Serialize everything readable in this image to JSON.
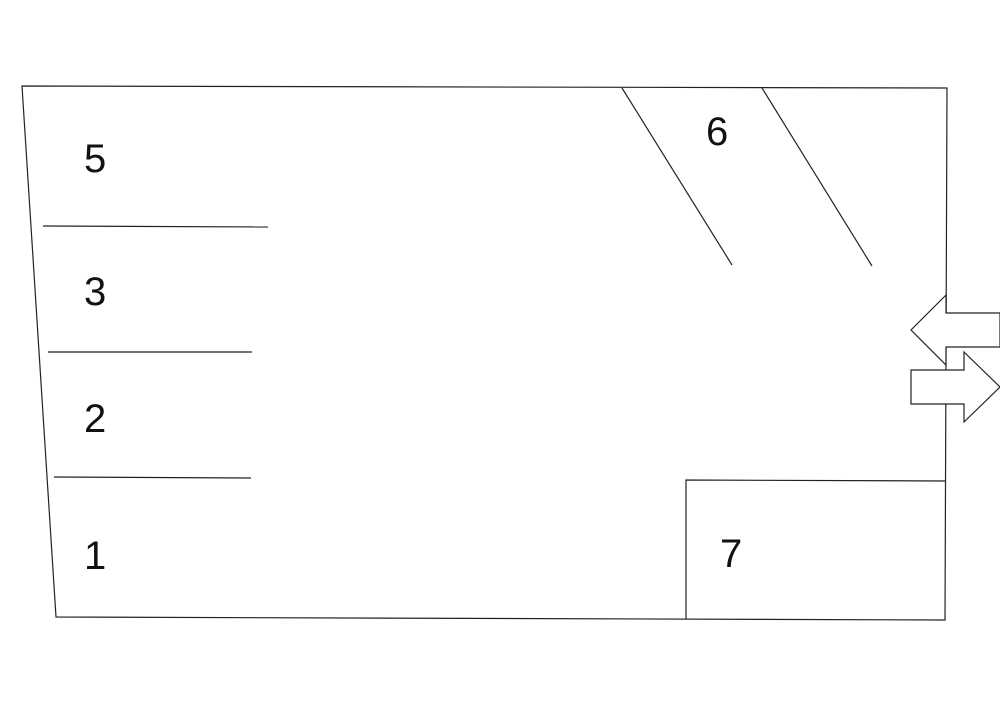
{
  "zones": {
    "zone_5": "5",
    "zone_3": "3",
    "zone_2": "2",
    "zone_1": "1",
    "zone_6": "6",
    "zone_7": "7"
  },
  "colors": {
    "line": "#222222",
    "background": "#ffffff",
    "text": "#111111"
  },
  "icons": {
    "inbound": "arrow-left-icon",
    "outbound": "arrow-right-icon"
  }
}
